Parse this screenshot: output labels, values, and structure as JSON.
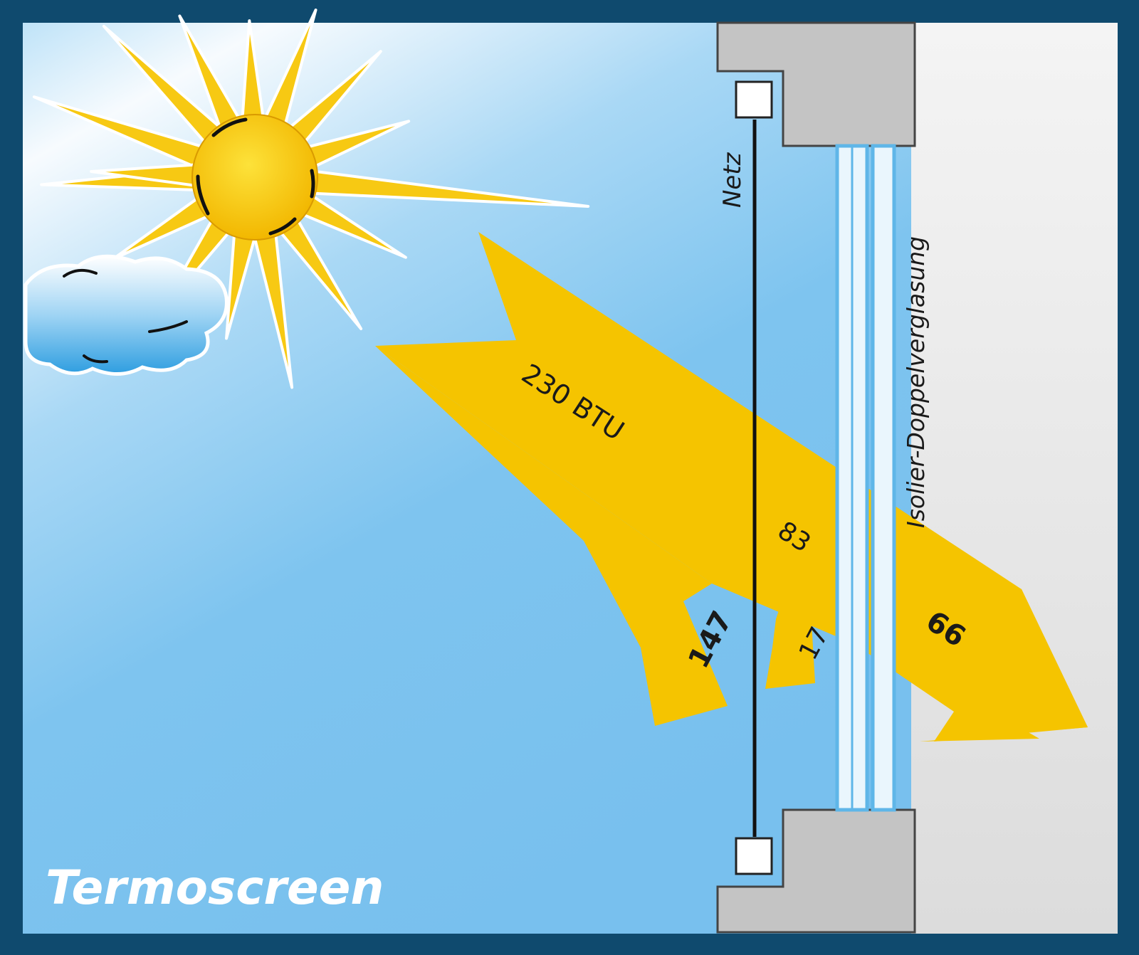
{
  "title": "Termoscreen",
  "labels": {
    "net": "Netz",
    "glazing": "Isolier-Doppelverglasung"
  },
  "values": {
    "incoming": "230 BTU",
    "through_net": "83",
    "reflected": "147",
    "reflected_small": "17",
    "transmitted": "66"
  },
  "colors": {
    "frame": "#0f4a6e",
    "sky": "#7cc3ee",
    "arrow": "#f5c400",
    "sun": "#fbd21c",
    "wall": "#c8c8c8",
    "glass": "#5fb6e8"
  }
}
